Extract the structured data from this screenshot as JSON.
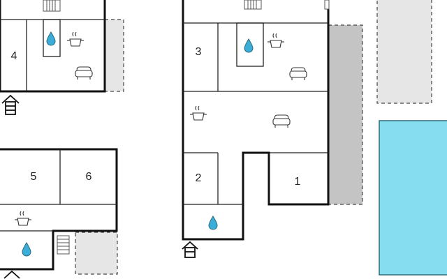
{
  "rooms": [
    "4",
    "3",
    "5",
    "6",
    "2",
    "1"
  ],
  "icons": [
    "radiator-icon",
    "water-drop-icon",
    "cooking-pot-icon",
    "sofa-icon",
    "entrance-arrow-icon"
  ],
  "colors": {
    "wall": "#111111",
    "thin_wall": "#222222",
    "terrace": "#e6e6e6",
    "terrace_dark": "#c4c4c4",
    "pool": "#87ddf0",
    "pool_border": "#2a6a7a",
    "water": "#3aaed8",
    "background": "#ffffff"
  }
}
